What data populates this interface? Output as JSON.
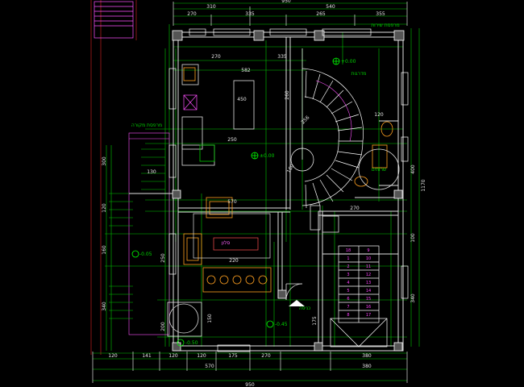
{
  "drawing": {
    "background": "#000000",
    "colors": {
      "wall": "#e0e0e0",
      "dimension": "#00c800",
      "hatch": "#ff50ff",
      "furniture": "#ffa020",
      "stair": "#ffffff",
      "marker": "#00ff00"
    }
  },
  "dimensions": {
    "top_total": "950",
    "top_left": "310",
    "top_right": "540",
    "top_row2": [
      "270",
      "335",
      "265",
      "355"
    ],
    "top_row3": [
      "270",
      "335"
    ],
    "top_row4": [
      "582"
    ],
    "bottom_total": "950",
    "bottom_row1": [
      "570",
      "380"
    ],
    "bottom_row2": [
      "120",
      "141",
      "120",
      "120",
      "175",
      "270",
      "380"
    ],
    "left_vertical": [
      "300",
      "120",
      "160",
      "340",
      "200"
    ],
    "right_vertical": [
      "1170",
      "400",
      "100",
      "340"
    ],
    "interior": [
      "450",
      "250",
      "570",
      "220",
      "270",
      "120",
      "150",
      "130",
      "160",
      "175",
      "260",
      "256",
      "250"
    ]
  },
  "levels": {
    "main": "±0.00",
    "upper": "+0.00",
    "outer": "-0.50",
    "side": "-0.05",
    "entry": "-0.45"
  },
  "rooms": {
    "stair_label": "מדרגות",
    "room_right": "שרותים",
    "terrace_label": "מרפסת מקורה",
    "living": "סלון",
    "entrance": "כניסה",
    "top_right_label": "מרפסת שירות"
  },
  "stair_numbers": [
    "18",
    "1",
    "2",
    "3",
    "4",
    "5",
    "6",
    "7",
    "8",
    "9",
    "10",
    "11",
    "12",
    "13",
    "14",
    "15",
    "16",
    "17"
  ]
}
